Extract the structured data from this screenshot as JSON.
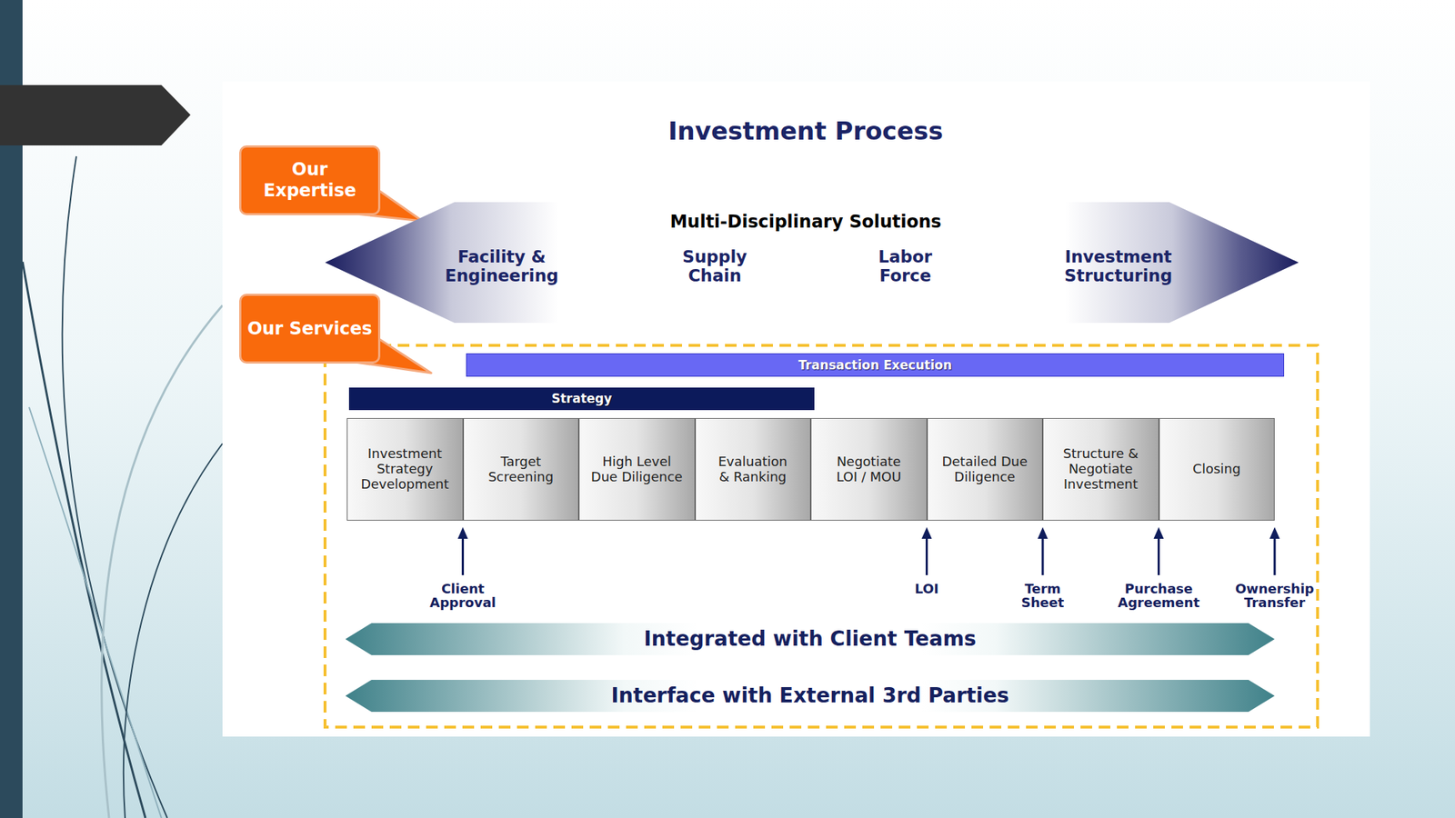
{
  "diagram": {
    "title": "Investment Process",
    "nodes": [
      {
        "text": [
          "Our Expertise"
        ]
      },
      {
        "text": [
          "Multi-Disciplinary Solutions",
          "Facility & Engineering",
          "Supply Chain",
          "Labor Force",
          "Investment Structuring"
        ]
      },
      {
        "text": [
          "Our Services"
        ]
      },
      {
        "text": [
          "Transaction Execution"
        ]
      },
      {
        "text": [
          "Strategy"
        ]
      },
      {
        "text": [
          "Investment Strategy Development"
        ]
      },
      {
        "text": [
          "Target Screening"
        ]
      },
      {
        "text": [
          "High Level Due Diligence"
        ]
      },
      {
        "text": [
          "Evaluation & Ranking"
        ]
      },
      {
        "text": [
          "Negotiate LOI / MOU"
        ]
      },
      {
        "text": [
          "Detailed Due Diligence"
        ]
      },
      {
        "text": [
          "Structure & Negotiate Investment"
        ]
      },
      {
        "text": [
          "Closing"
        ]
      },
      {
        "text": [
          "Integrated with Client Teams"
        ]
      },
      {
        "text": [
          "Interface with External 3rd Parties"
        ]
      }
    ],
    "labels": [
      "Client Approval",
      "LOI",
      "Term Sheet",
      "Purchase Agreement",
      "Ownership Transfer"
    ]
  }
}
